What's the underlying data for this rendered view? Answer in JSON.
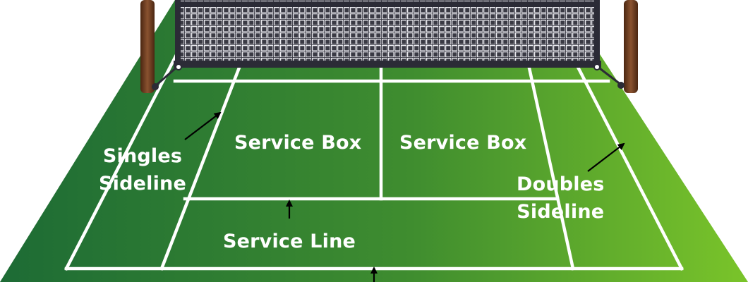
{
  "labels": {
    "service_box_left": "Service Box",
    "service_box_right": "Service Box",
    "singles_sideline": [
      "Singles",
      "Sideline"
    ],
    "doubles_sideline": [
      "Doubles",
      "Sideline"
    ],
    "service_line": "Service Line"
  },
  "colors": {
    "court_dark": "#1d6b35",
    "court_light": "#7ac42a",
    "lines": "#ffffff",
    "net": "#2b2b36",
    "posts": "#6b3a1e",
    "arrows": "#000000"
  },
  "icons": [
    "arrow-icon"
  ]
}
